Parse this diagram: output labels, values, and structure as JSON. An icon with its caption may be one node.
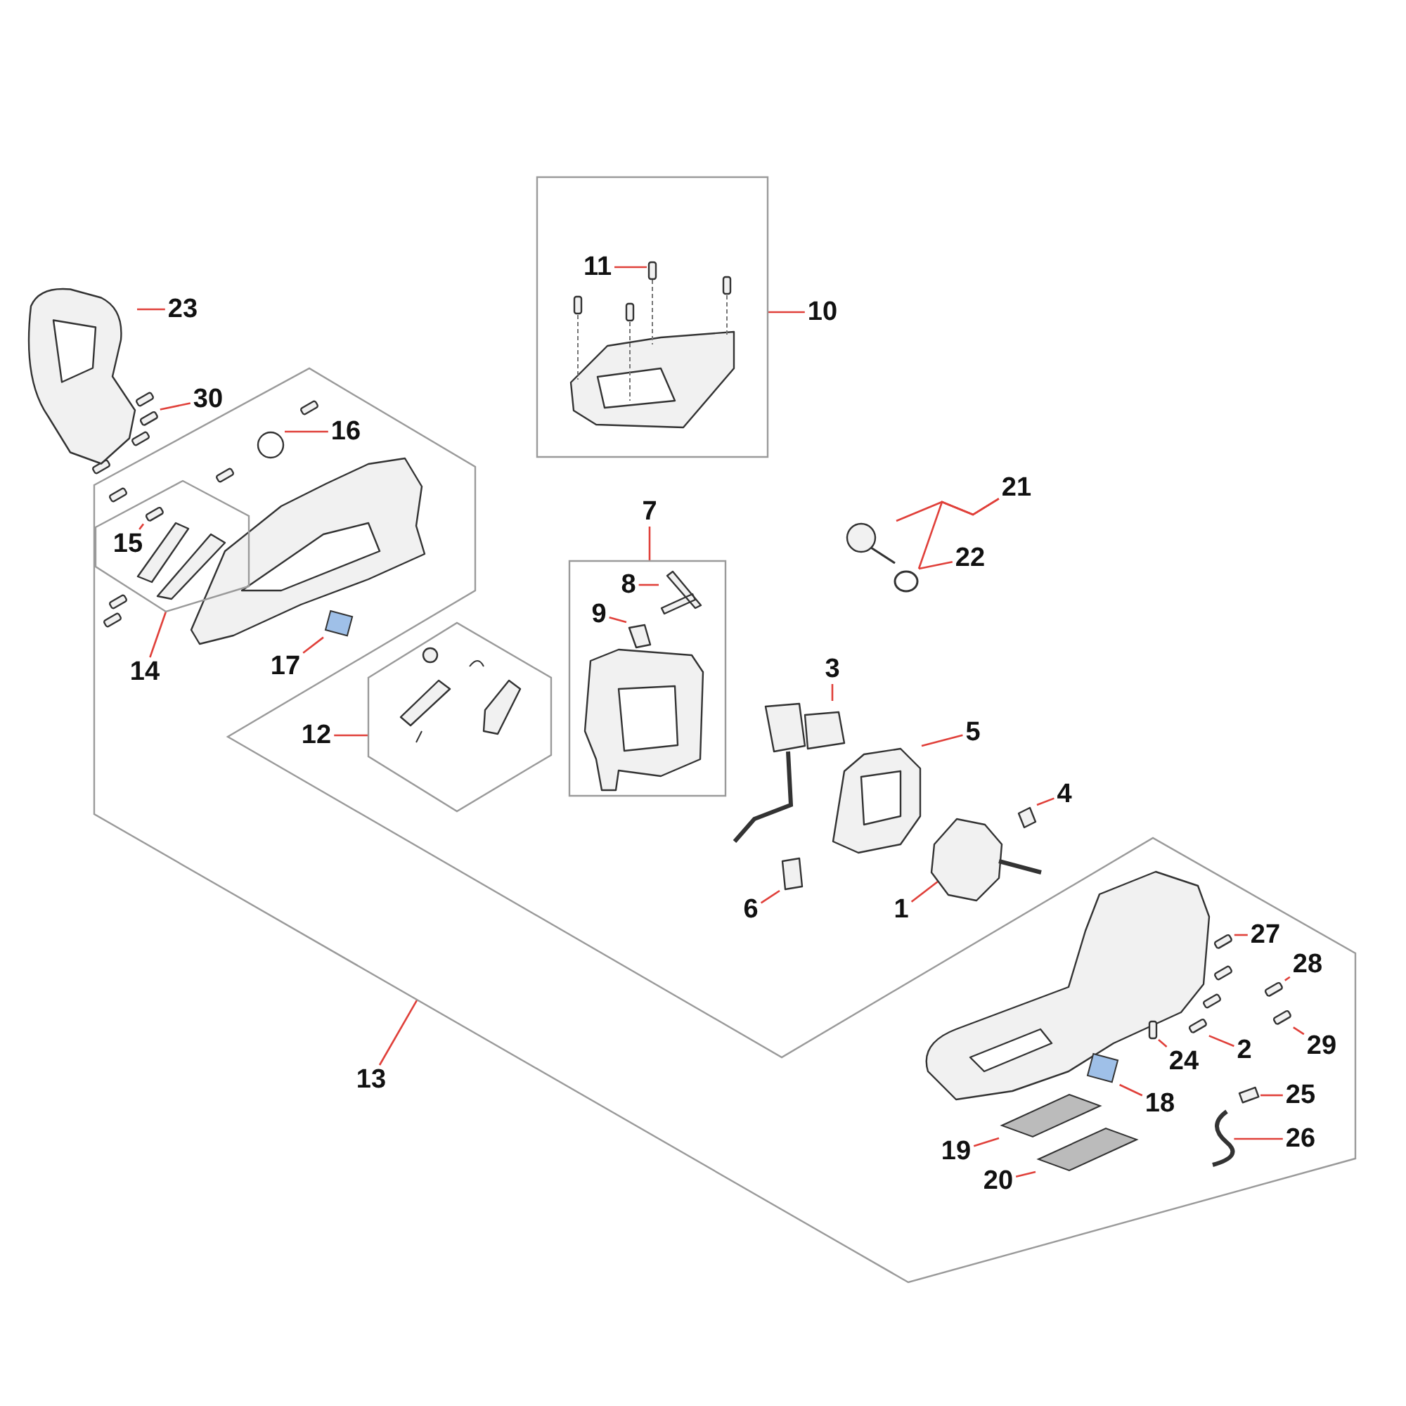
{
  "diagram": {
    "nodes": [
      {
        "text": [],
        "shape": "box"
      },
      {
        "text": [
          "11"
        ],
        "in": 0
      },
      {
        "text": [
          "10"
        ]
      },
      {
        "text": [
          "23"
        ]
      },
      {
        "text": [
          "30"
        ]
      },
      {
        "text": [],
        "shape": "box"
      },
      {
        "text": [
          "16"
        ],
        "in": 5
      },
      {
        "text": [],
        "shape": "box",
        "in": 5
      },
      {
        "text": [
          "15"
        ],
        "in": 7
      },
      {
        "text": [
          "14"
        ],
        "in": 5
      },
      {
        "text": [
          "17"
        ],
        "in": 5
      },
      {
        "text": [
          "7"
        ]
      },
      {
        "text": [],
        "shape": "box"
      },
      {
        "text": [
          "8"
        ],
        "in": 12
      },
      {
        "text": [
          "9"
        ],
        "in": 12
      },
      {
        "text": [
          "21"
        ]
      },
      {
        "text": [
          "22"
        ]
      },
      {
        "text": [
          "12"
        ]
      },
      {
        "text": [],
        "shape": "box"
      },
      {
        "text": [
          "3"
        ]
      },
      {
        "text": [
          "5"
        ]
      },
      {
        "text": [
          "4"
        ]
      },
      {
        "text": [
          "6"
        ]
      },
      {
        "text": [
          "1"
        ]
      },
      {
        "text": [
          "27"
        ],
        "in": 5
      },
      {
        "text": [
          "28"
        ],
        "in": 5
      },
      {
        "text": [
          "24"
        ],
        "in": 5
      },
      {
        "text": [
          "2"
        ],
        "in": 5
      },
      {
        "text": [
          "29"
        ],
        "in": 5
      },
      {
        "text": [
          "13"
        ]
      },
      {
        "text": [
          "18"
        ],
        "in": 5
      },
      {
        "text": [
          "25"
        ],
        "in": 5
      },
      {
        "text": [
          "19"
        ],
        "in": 5
      },
      {
        "text": [
          "26"
        ],
        "in": 5
      },
      {
        "text": [
          "20"
        ],
        "in": 5
      },
      {
        "text": [],
        "shape": "box",
        "in": 0
      },
      {
        "text": [],
        "shape": "box"
      },
      {
        "text": [],
        "shape": "box"
      },
      {
        "text": [],
        "shape": "circle",
        "in": 5
      },
      {
        "text": [],
        "shape": "box",
        "in": 7
      },
      {
        "text": [],
        "shape": "box",
        "in": 5
      },
      {
        "text": [],
        "shape": "picture",
        "in": 12
      },
      {
        "text": [],
        "shape": "box",
        "in": 12
      },
      {
        "text": [],
        "shape": "picture"
      },
      {
        "text": [],
        "shape": "circle"
      },
      {
        "text": [],
        "shape": "picture"
      },
      {
        "text": [],
        "shape": "box"
      },
      {
        "text": [],
        "shape": "box"
      },
      {
        "text": [],
        "shape": "box"
      },
      {
        "text": [],
        "shape": "picture"
      },
      {
        "text": [],
        "shape": "box",
        "in": 5
      },
      {
        "text": [],
        "shape": "box",
        "in": 5
      },
      {
        "text": [],
        "shape": "box",
        "in": 5
      },
      {
        "text": [],
        "shape": "box",
        "in": 5
      },
      {
        "text": [],
        "shape": "box",
        "in": 5
      },
      {
        "text": [],
        "shape": "box",
        "in": 5
      },
      {
        "text": [],
        "shape": "box",
        "in": 5
      },
      {
        "text": [],
        "shape": "box",
        "in": 5
      },
      {
        "text": [],
        "shape": "picture",
        "in": 5
      },
      {
        "text": [],
        "shape": "box",
        "in": 5
      }
    ],
    "edges": [
      {
        "from": 1,
        "to": 35,
        "arrow": "none"
      },
      {
        "from": 2,
        "to": 0,
        "arrow": "none"
      },
      {
        "from": 3,
        "to": 36,
        "arrow": "none"
      },
      {
        "from": 4,
        "to": 37,
        "arrow": "none"
      },
      {
        "from": 6,
        "to": 38,
        "arrow": "none"
      },
      {
        "from": 8,
        "to": 39,
        "arrow": "none"
      },
      {
        "from": 9,
        "to": 7,
        "arrow": "none"
      },
      {
        "from": 10,
        "to": 40,
        "arrow": "none"
      },
      {
        "from": 11,
        "to": 12,
        "arrow": "none"
      },
      {
        "from": 13,
        "to": 41,
        "arrow": "none"
      },
      {
        "from": 14,
        "to": 42,
        "arrow": "none"
      },
      {
        "from": 15,
        "to": 43,
        "arrow": "none"
      },
      {
        "from": 15,
        "to": 44,
        "arrow": "none"
      },
      {
        "from": 16,
        "to": 44,
        "arrow": "none"
      },
      {
        "from": 17,
        "to": 18,
        "arrow": "none"
      },
      {
        "from": 19,
        "to": 45,
        "arrow": "none"
      },
      {
        "from": 20,
        "to": 46,
        "arrow": "none"
      },
      {
        "from": 21,
        "to": 47,
        "arrow": "none"
      },
      {
        "from": 22,
        "to": 48,
        "arrow": "none"
      },
      {
        "from": 23,
        "to": 49,
        "arrow": "none"
      },
      {
        "from": 24,
        "to": 50,
        "arrow": "none"
      },
      {
        "from": 25,
        "to": 51,
        "arrow": "none"
      },
      {
        "from": 26,
        "to": 52,
        "arrow": "none"
      },
      {
        "from": 27,
        "to": 53,
        "arrow": "none"
      },
      {
        "from": 28,
        "to": 54,
        "arrow": "none"
      },
      {
        "from": 29,
        "to": 5,
        "arrow": "none"
      },
      {
        "from": 30,
        "to": 55,
        "arrow": "none"
      },
      {
        "from": 31,
        "to": 56,
        "arrow": "none"
      },
      {
        "from": 32,
        "to": 57,
        "arrow": "none"
      },
      {
        "from": 33,
        "to": 58,
        "arrow": "none"
      },
      {
        "from": 34,
        "to": 59,
        "arrow": "none"
      }
    ]
  }
}
